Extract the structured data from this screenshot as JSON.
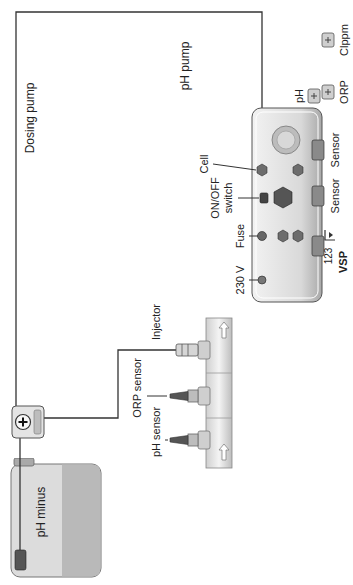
{
  "diagram": {
    "nodes": [
      {
        "text": [
          "pH minus"
        ]
      }
    ],
    "labels": [
      "Dosing pump",
      "pH pump",
      "Cell",
      "ON/OFF switch",
      "Fuse",
      "230 V",
      "Injector",
      "ORP sensor",
      "pH sensor",
      "pH",
      "Sensor",
      "Sensor",
      "ORP",
      "Clppm",
      "123",
      "VSP"
    ]
  }
}
